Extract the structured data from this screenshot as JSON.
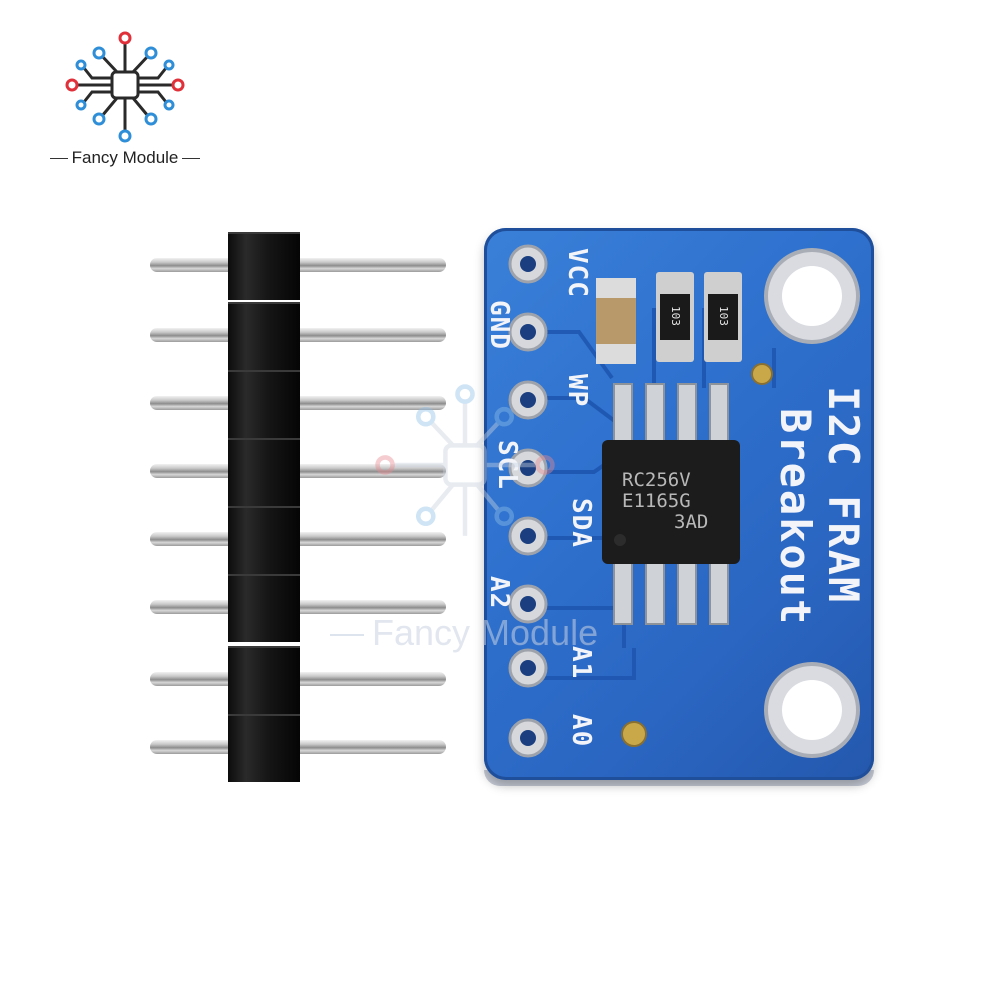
{
  "logo": {
    "text": "Fancy Module",
    "icon": "circuit-logo-icon",
    "colors": {
      "red": "#e0303a",
      "blue": "#2f8ed8",
      "dark": "#2a2a2a"
    }
  },
  "watermark": {
    "text": "Fancy Module"
  },
  "board": {
    "title_line1": "I2C FRAM",
    "title_line2": "Breakout",
    "pins": [
      "VCC",
      "GND",
      "WP",
      "SCL",
      "SDA",
      "A2",
      "A1",
      "A0"
    ],
    "chip_lines": [
      "RC256V",
      "E1165G",
      "3AD"
    ],
    "resistor_codes": [
      "103",
      "103"
    ],
    "pcb_color": "#2f72cf"
  },
  "header": {
    "pin_count": 8
  }
}
